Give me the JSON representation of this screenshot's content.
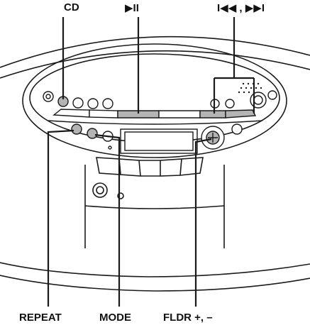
{
  "labels": {
    "cd": "CD",
    "play_pause": "▶II",
    "skip": "I◀◀ , ▶▶I",
    "repeat": "REPEAT",
    "mode": "MODE",
    "folder": "FLDR +, –"
  },
  "colors": {
    "line": "#1a1a1a",
    "highlight_fill": "#b4b4b4",
    "body_fill": "#ffffff"
  }
}
